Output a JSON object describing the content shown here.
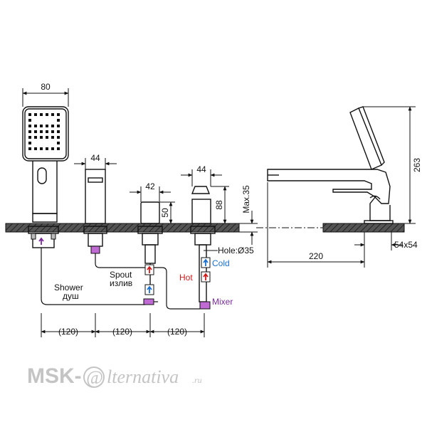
{
  "dimensions": {
    "shower_width": "80",
    "spout_width": "44",
    "mixer_width": "42",
    "handle_width": "44",
    "mixer_height": "50",
    "handle_height": "88",
    "deck_max": "Max.35",
    "hole": "Hole:Ø35",
    "spacing": [
      "(120)",
      "(120)",
      "(120)"
    ],
    "side_height": "263",
    "side_length": "220",
    "base_size": "54x54"
  },
  "labels": {
    "shower_en": "Shower",
    "shower_ru": "душ",
    "spout_en": "Spout",
    "spout_ru": "излив",
    "hot": "Hot",
    "cold": "Cold",
    "mixer": "Mixer"
  },
  "watermark": {
    "left": "MSK-",
    "at": "@",
    "right": "lternativa",
    "tld": ".ru"
  },
  "colors": {
    "hot": "#d11a1a",
    "cold": "#1a6fd1",
    "mixer": "#7a2a9a"
  }
}
